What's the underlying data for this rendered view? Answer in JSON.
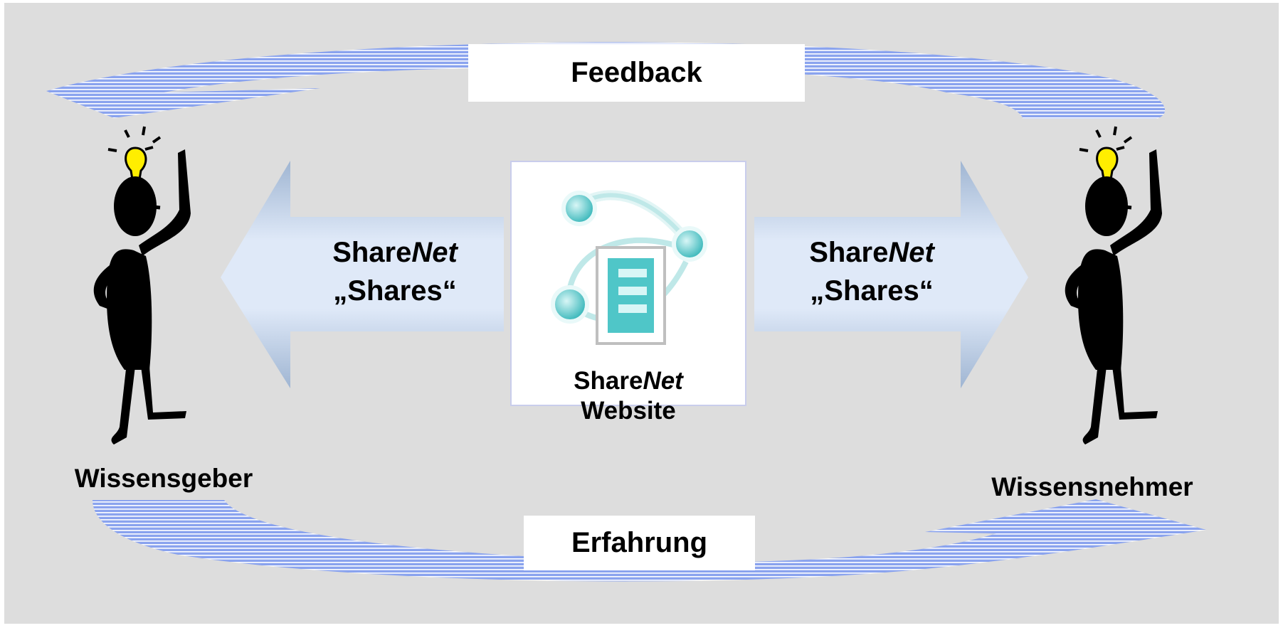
{
  "loop_top_label": "Feedback",
  "loop_bottom_label": "Erfahrung",
  "giver_label": "Wissensgeber",
  "receiver_label": "Wissensnehmer",
  "left_arrow": {
    "brand_plain": "Share",
    "brand_italic": "Net",
    "text": "„Shares“"
  },
  "right_arrow": {
    "brand_plain": "Share",
    "brand_italic": "Net",
    "text": "„Shares“"
  },
  "center": {
    "brand_plain": "Share",
    "brand_italic": "Net",
    "subtitle": "Website"
  },
  "colors": {
    "background": "#dddddd",
    "loop_stripe": "#6f8de6",
    "arrow_light": "#dfe9f8",
    "arrow_dark": "#9fb5d2",
    "bulb": "#ffee00",
    "figure": "#000000",
    "network_node": "#4fc6c8"
  },
  "icons": [
    "lightbulb-icon",
    "person-pointing-icon",
    "document-network-icon"
  ]
}
